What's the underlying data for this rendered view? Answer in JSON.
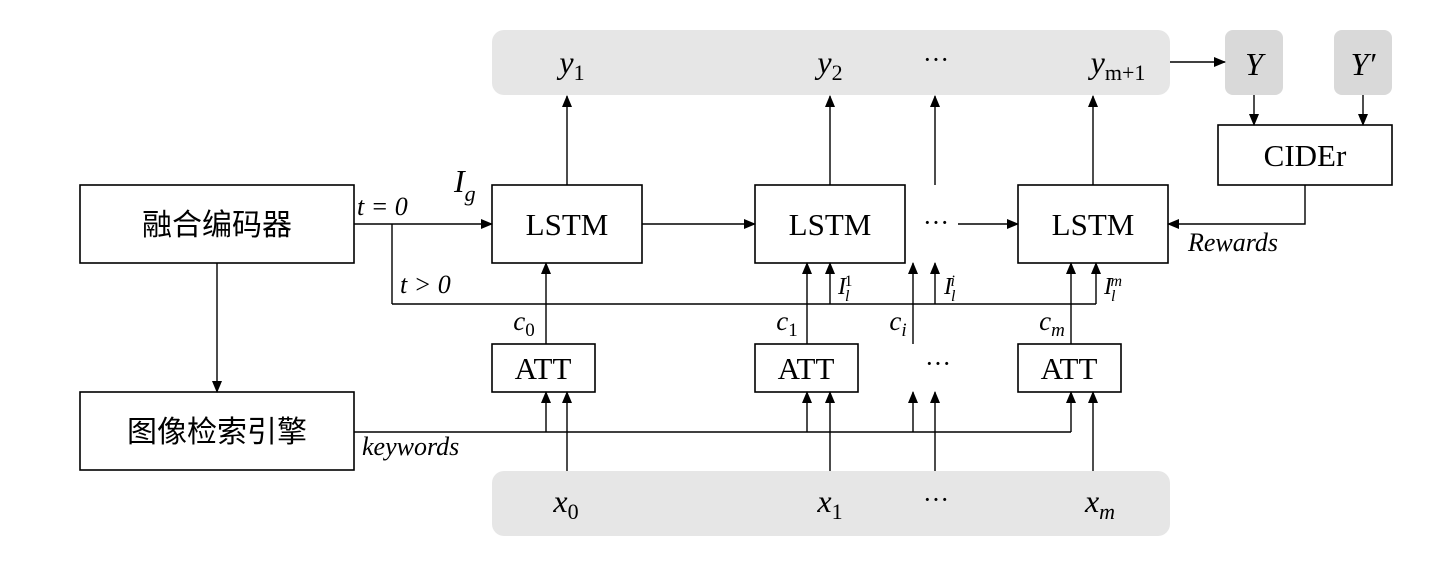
{
  "encoder": {
    "label": "融合编码器"
  },
  "retrieval": {
    "label": "图像检索引擎"
  },
  "lstm": [
    "LSTM",
    "LSTM",
    "LSTM"
  ],
  "att": [
    "ATT",
    "ATT",
    "ATT"
  ],
  "cider": "CIDEr",
  "outputs": {
    "y1": {
      "base": "y",
      "sub": "1"
    },
    "y2": {
      "base": "y",
      "sub": "2"
    },
    "ym1": {
      "base": "y",
      "sub": "m+1"
    },
    "Y": "Y",
    "Yp": "Y′"
  },
  "inputs": {
    "x0": {
      "base": "x",
      "sub": "0"
    },
    "x1": {
      "base": "x",
      "sub": "1"
    },
    "xm": {
      "base": "x",
      "sub": "m"
    }
  },
  "contexts": {
    "c0": {
      "base": "c",
      "sub": "0"
    },
    "c1": {
      "base": "c",
      "sub": "1"
    },
    "ci": {
      "base": "c",
      "sub": "i"
    },
    "cm": {
      "base": "c",
      "sub": "m"
    }
  },
  "local_features": {
    "l1": {
      "base": "I",
      "sub": "l",
      "sup": "1"
    },
    "li": {
      "base": "I",
      "sub": "l",
      "sup": "i"
    },
    "lm": {
      "base": "I",
      "sub": "l",
      "sup": "m"
    }
  },
  "global_feature": {
    "base": "I",
    "sub": "g"
  },
  "labels": {
    "t0": "t = 0",
    "tgt0": "t > 0",
    "keywords": "keywords",
    "rewards": "Rewards",
    "ellipsis": "···"
  }
}
